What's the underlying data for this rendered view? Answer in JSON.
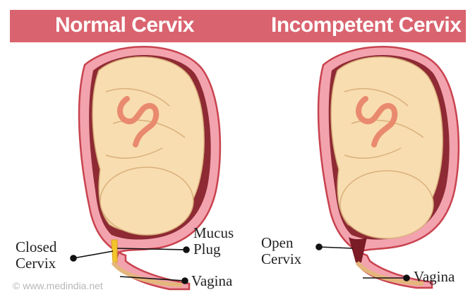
{
  "titles": {
    "left": "Normal Cervix",
    "right": "Incompetent Cervix"
  },
  "labels": {
    "closed_cervix": "Closed\nCervix",
    "mucus_plug": "Mucus\nPlug",
    "vagina_left": "Vagina",
    "open_cervix": "Open\nCervix",
    "vagina_right": "Vagina"
  },
  "watermark": "© www.medindia.net",
  "colors": {
    "header": "#d9646f",
    "uterus_wall": "#f2a3ae",
    "uterus_outline": "#c9434f",
    "fetus_skin": "#f8ddb0",
    "cord": "#e98a6e",
    "mucus": "#f3c52c",
    "open_cervix": "#7a1b25"
  }
}
